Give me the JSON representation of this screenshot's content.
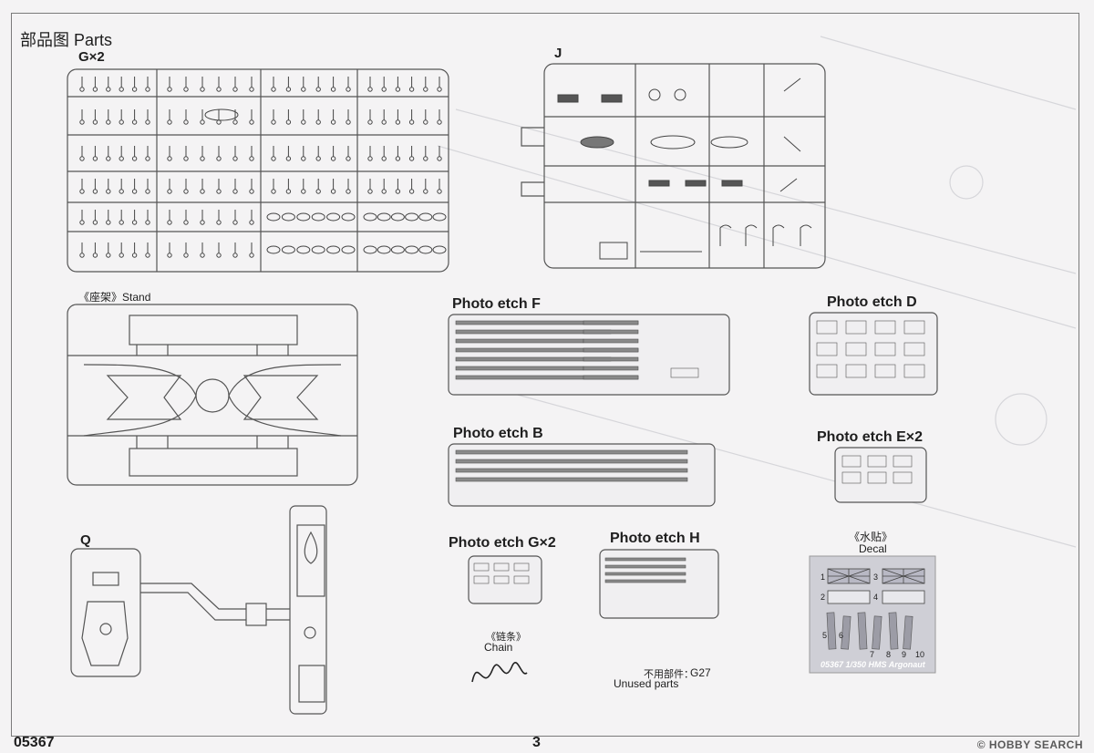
{
  "header": {
    "title": "部品图 Parts"
  },
  "sprues": {
    "g": {
      "label": "G×2"
    },
    "j": {
      "label": "J"
    },
    "q": {
      "label": "Q"
    },
    "stand": {
      "label_cn": "《座架》",
      "label_en": "Stand"
    }
  },
  "photo_etch": {
    "f": "Photo etch F",
    "d": "Photo etch D",
    "b": "Photo etch B",
    "e": "Photo etch E×2",
    "g": "Photo etch G×2",
    "h": "Photo etch H"
  },
  "decal": {
    "label_cn": "《水贴》",
    "label_en": "Decal",
    "caption": "05367 1/350 HMS Argonaut",
    "numbers": [
      "1",
      "2",
      "3",
      "4",
      "5",
      "6",
      "7",
      "8",
      "9",
      "10"
    ]
  },
  "chain": {
    "label_cn": "《链条》",
    "label_en": "Chain"
  },
  "unused": {
    "label_cn": "不用部件：",
    "part": "G27",
    "label_en": "Unused parts"
  },
  "footer": {
    "code": "05367",
    "page": "3",
    "watermark": "© HOBBY SEARCH"
  }
}
